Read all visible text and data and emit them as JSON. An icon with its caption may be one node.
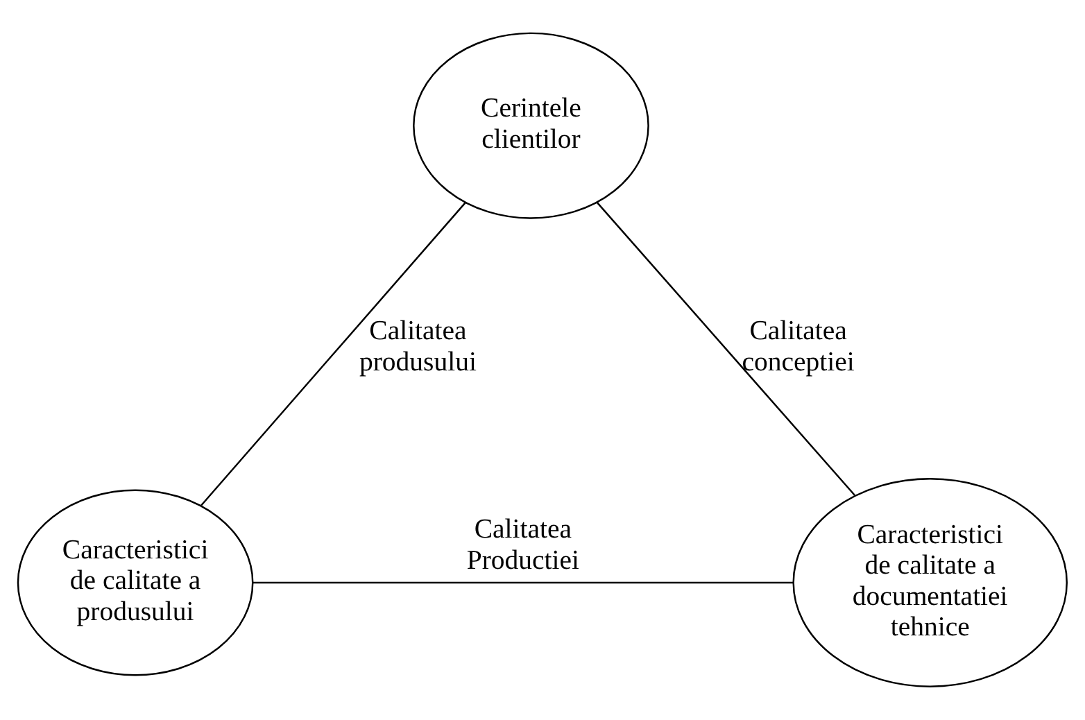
{
  "diagram": {
    "nodes": [
      {
        "text": [
          "Cerintele clientilor"
        ]
      },
      {
        "text": [
          "Caracteristici de calitate a produsului"
        ]
      },
      {
        "text": [
          "Caracteristici de calitate a documentatiei tehnice"
        ]
      }
    ],
    "edges": [
      {
        "from": 0,
        "to": 1,
        "arrow": "none",
        "label": "Calitatea produsului"
      },
      {
        "from": 0,
        "to": 2,
        "arrow": "none",
        "label": "Calitatea conceptiei"
      },
      {
        "from": 1,
        "to": 2,
        "arrow": "none",
        "label": "Calitatea Productiei"
      }
    ]
  }
}
